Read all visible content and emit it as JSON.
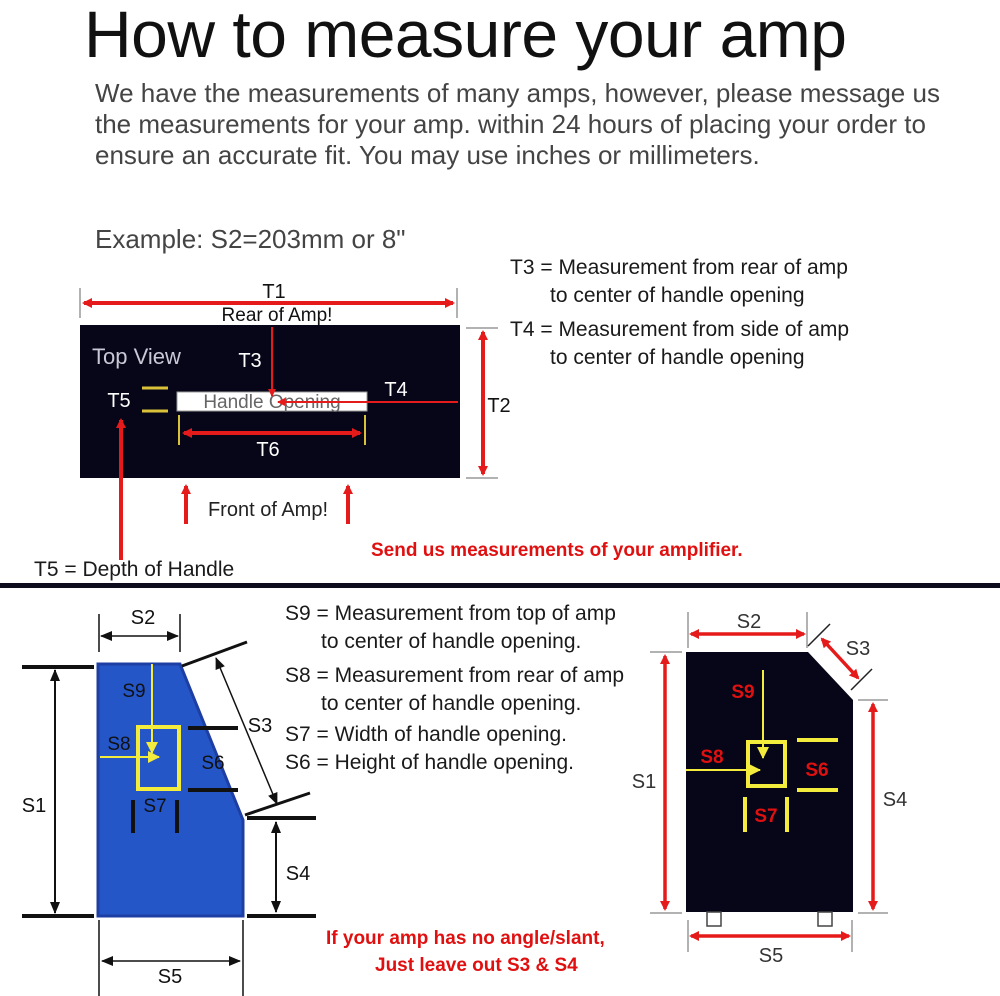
{
  "title": "How to measure your amp",
  "intro": "We have the measurements of many amps, however, please message us the measurements for your amp. within 24 hours of placing your order to ensure an accurate fit. You may use inches or millimeters.",
  "example": "Example: S2=203mm or 8\"",
  "top_view": {
    "panel_label": "Top View",
    "rear_label": "Rear of Amp!",
    "front_label": "Front of Amp!",
    "handle_label": "Handle Opening",
    "labels": {
      "t1": "T1",
      "t2": "T2",
      "t3": "T3",
      "t4": "T4",
      "t5": "T5",
      "t6": "T6"
    }
  },
  "t_legend": {
    "t3_line1": "T3 = Measurement from rear of amp",
    "t3_line2": "to center of handle opening",
    "t4_line1": "T4 = Measurement from side of amp",
    "t4_line2": "to center of handle opening",
    "t5": "T5 = Depth of Handle"
  },
  "send_note": "Send us measurements of your amplifier.",
  "side_view": {
    "labels": {
      "s1": "S1",
      "s2": "S2",
      "s3": "S3",
      "s4": "S4",
      "s5": "S5",
      "s6": "S6",
      "s7": "S7",
      "s8": "S8",
      "s9": "S9"
    }
  },
  "s_legend": {
    "s9_line1": "S9 = Measurement from top of amp",
    "s9_line2": "to center of handle opening.",
    "s8_line1": "S8 = Measurement from rear of amp",
    "s8_line2": "to center of handle opening.",
    "s7": "S7 = Width of handle opening.",
    "s6": "S6 = Height of handle opening."
  },
  "slant_note_line1": "If your amp has no angle/slant,",
  "slant_note_line2": "Just leave out S3 & S4",
  "colors": {
    "red": "#e51b1b",
    "navy": "#060618",
    "blue": "#2456c8",
    "yellow": "#f4ec3c",
    "note_red": "#e01010"
  }
}
